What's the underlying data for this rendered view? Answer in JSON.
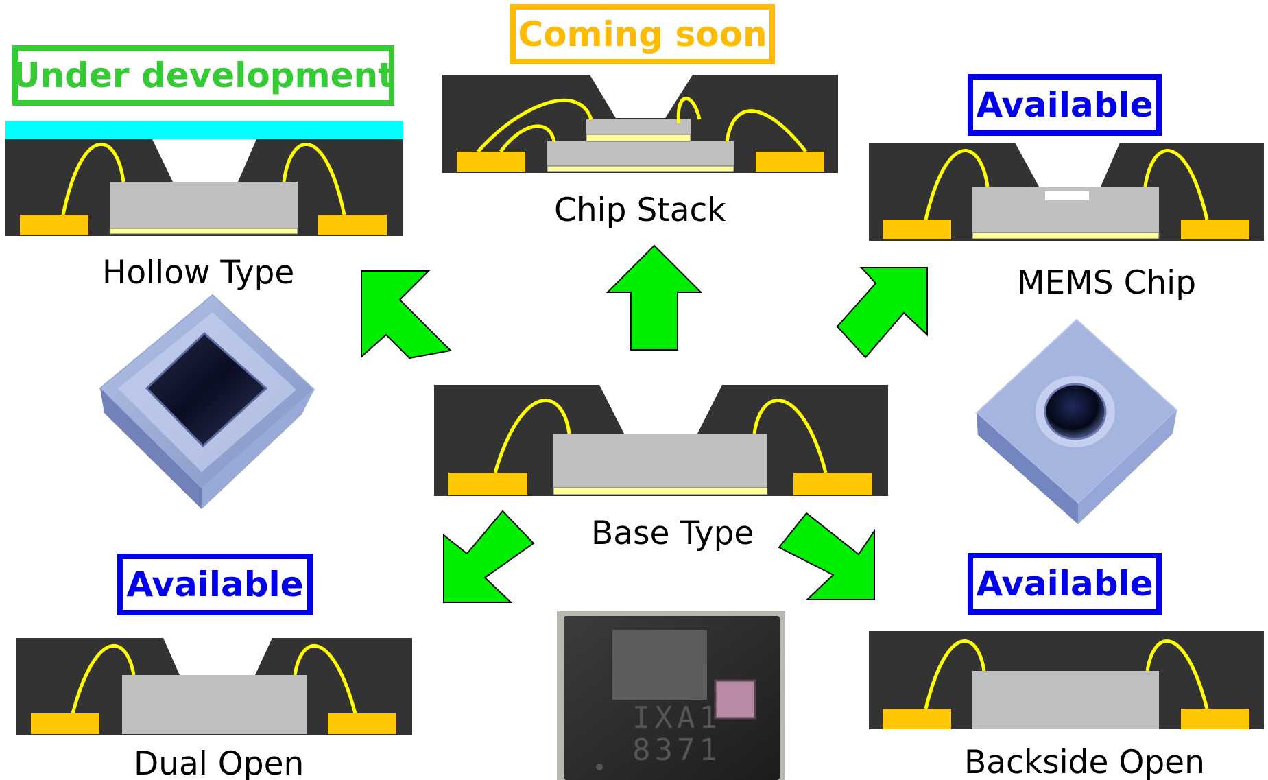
{
  "colors": {
    "mold": "#333333",
    "die": "#bfbfbf",
    "die_attach": "#ffff99",
    "lead": "#ffc800",
    "wire": "#ffff00",
    "arrow": "#00ee00",
    "lid": "#00ffff",
    "status_under_development": "#33cc33",
    "status_coming_soon": "#ffbb00",
    "status_available": "#0000ee"
  },
  "packages": {
    "hollow": {
      "label": "Hollow Type",
      "status": "Under development",
      "status_color": "#33cc33",
      "icon": "hollow-package-cross-section"
    },
    "chip_stack": {
      "label": "Chip Stack",
      "status": "Coming soon",
      "status_color": "#ffbb00",
      "icon": "chip-stack-package-cross-section"
    },
    "mems": {
      "label": "MEMS Chip",
      "status": "Available",
      "status_color": "#0000ee",
      "icon": "mems-package-cross-section"
    },
    "base": {
      "label": "Base Type",
      "icon": "base-package-cross-section"
    },
    "dual_open": {
      "label": "Dual Open",
      "status": "Available",
      "status_color": "#0000ee",
      "icon": "dual-open-package-cross-section"
    },
    "backside_open": {
      "label": "Backside Open",
      "status": "Available",
      "status_color": "#0000ee",
      "icon": "backside-open-package-cross-section"
    }
  },
  "photos": {
    "hollow": "hollow-package-photo",
    "mems": "mems-package-photo",
    "base": "base-package-top-photo"
  },
  "base_photo_marking": [
    "IXA1",
    "8371"
  ]
}
